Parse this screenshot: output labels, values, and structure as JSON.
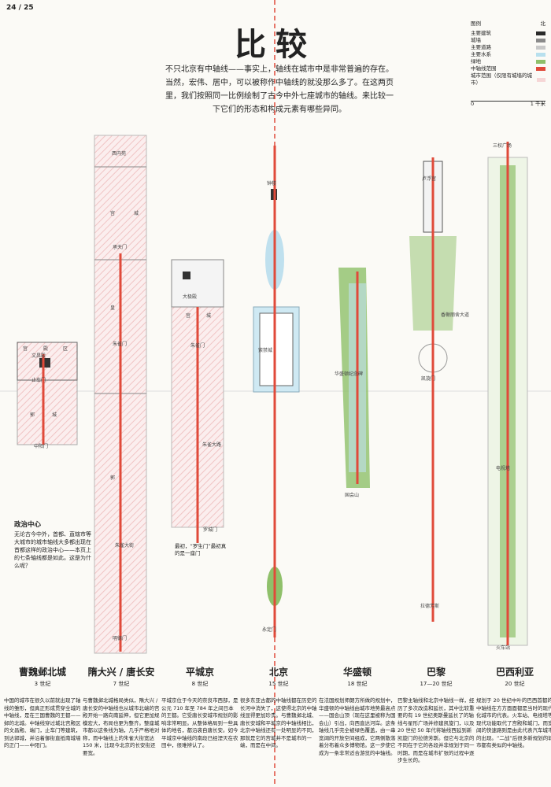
{
  "page_number": "24 / 25",
  "title": "比较",
  "intro": "不只北京有中轴线——事实上，轴线在城市中是非常普遍的存在。当然，宏伟、居中，可以被称作中轴线的就没那么多了。在这两页里，我们按照同一比例绘制了古今中外七座城市的轴线。来比较一下它们的形态和构成元素有哪些异同。",
  "legend": {
    "heading": "图例",
    "north": "北",
    "items": [
      {
        "label": "主要建筑",
        "color": "#2a2a2a"
      },
      {
        "label": "城墙",
        "color": "#8a8a8a"
      },
      {
        "label": "主要道路",
        "color": "#c8c8c8"
      },
      {
        "label": "主要水系",
        "color": "#b8e0ee"
      },
      {
        "label": "绿地",
        "color": "#8fc06a"
      },
      {
        "label": "中轴线范围",
        "color": "#e04a3a"
      },
      {
        "label": "城市范围（仅限有城墙的城市）",
        "color": "#f6d6d6"
      }
    ],
    "scale_start": "0",
    "scale_end": "1 千米"
  },
  "map_labels": {
    "ye_gong": "宫",
    "ye_dian": "殿",
    "ye_qu": "区",
    "ye_wenchang": "文昌殿",
    "ye_zhidao": "止车门",
    "ye_guo": "郭",
    "ye_cheng": "城",
    "ye_zhongyang": "中阳门",
    "cha_xinei": "西内苑",
    "cha_gong": "宫",
    "cha_cheng": "城",
    "cha_chengtian": "承天门",
    "cha_huang": "皇",
    "cha_zhuque": "朱雀门",
    "cha_guo": "郭",
    "cha_zhuquedajie": "朱雀大街",
    "cha_mingde": "明德门",
    "nara_daiji": "大极殿",
    "nara_zhuque": "朱雀门",
    "nara_gong": "宫",
    "nara_cheng": "城",
    "nara_zhuquedalu": "朱雀大路",
    "nara_luocheng": "罗城门",
    "bj_zhonglou": "钟楼",
    "bj_zijincheng": "紫禁城",
    "bj_yongdingmen": "永定门",
    "dc_guohui": "国会山",
    "dc_jinianbei": "华盛顿纪念碑",
    "paris_lufugong": "卢浮宫",
    "paris_xianghe": "香榭丽舍大道",
    "paris_kaixuan": "凯旋门",
    "paris_laDefense": "拉德芳斯",
    "bsb_sanquan": "三权广场",
    "bsb_dianshi": "电视塔",
    "bsb_huoche": "火车站"
  },
  "political_note": {
    "heading": "政治中心",
    "text": "无论古今中外，首都、直辖市等大城市的城市轴线大多都出现在首都这样的政治中心——本页上的七条轴线都是如此。这是为什么呢？"
  },
  "nara_callout": "最初，“罗生门”最初真的是一座门",
  "cities": [
    {
      "name": "曹魏邺北城",
      "era": "3 世纪",
      "desc": "中国的城市在很久以前就出现了轴线的雏形，但真正形成贯穿全城的中轴线，是在三国曹魏的王都——邺的北城。中轴线穿过城北宫殿区的文昌殿、端门，止车门等建筑，到达郭城，并沿着御街直抵南城墙的正门——中阳门。"
    },
    {
      "name": "隋大兴 / 唐长安",
      "era": "7 世纪",
      "desc": "与曹魏邺北城格局类似，隋大兴 / 唐长安的中轴线也从城市北端的宫殿开始一路向南延伸，但它更加规模宏大，布局也更为整齐。整座城市都以这条线为轴，几乎严格地对称，而中轴线上的朱雀大街宽达 150 米，比现今北京的长安街还要宽。"
    },
    {
      "name": "平城京",
      "era": "8 世纪",
      "desc": "平城京位于今天的奈良市西部，是公元 710 年至 784 年之间日本的王都。它受唐长安城市规划的影响非常明显。从整体格局到一些具体的地名，都沿袭自唐长安。如今平城京中轴线的南段已经湮灭在农田中，很难辨认了。"
    },
    {
      "name": "北京",
      "era": "15 世纪",
      "desc": "很多东亚古都的中轴线都在历史的长河中消失了，这使得北京的中轴线显得更加珍贵。与曹魏邺北城、唐长安城和平城京的中轴线相比，北京中轴线还有一处明显的不同，那就是它的宫城并不是城市的一端，而是在中间。"
    },
    {
      "name": "华盛顿",
      "era": "18 世纪",
      "desc": "在法国规划师朗方所做的规划中，华盛顿的中轴线由城市地势最高点——国会山顶（现在这里被称为国会山）引出，向西直达河岸。这条轴线几乎完全被绿色覆盖，由一串宽阔的开放空间组成，它两侧散落着分布着众多博物馆。这一步使它成为一条非常适合游览的中轴线。"
    },
    {
      "name": "巴黎",
      "era": "17—20 世纪",
      "desc": "巴黎主轴线和北京中轴线一样，经历了多次改造和延长，其中比较重要的有 19 世纪奥斯曼延长了的轴线与星形广场并修建凯旋门，以及 20 世纪 50 年代将轴线西延到新凯旋门的拉德芳斯。但它与北京的不同在于它的各段并非规划于同一时期，而是在城市扩张的过程中逐步生长的。"
    },
    {
      "name": "巴西利亚",
      "era": "20 世纪",
      "desc": "规划于 20 世纪中叶的巴西首都的中轴线在方方面面都是当时的现代化城市的代表。火车站、电视塔等现代功能取代了宫殿和城门，而宽阔的快速路则是由此代表汽车城市的出现。“二战”后很多新规划的城市都有类似的中轴线。"
    }
  ]
}
